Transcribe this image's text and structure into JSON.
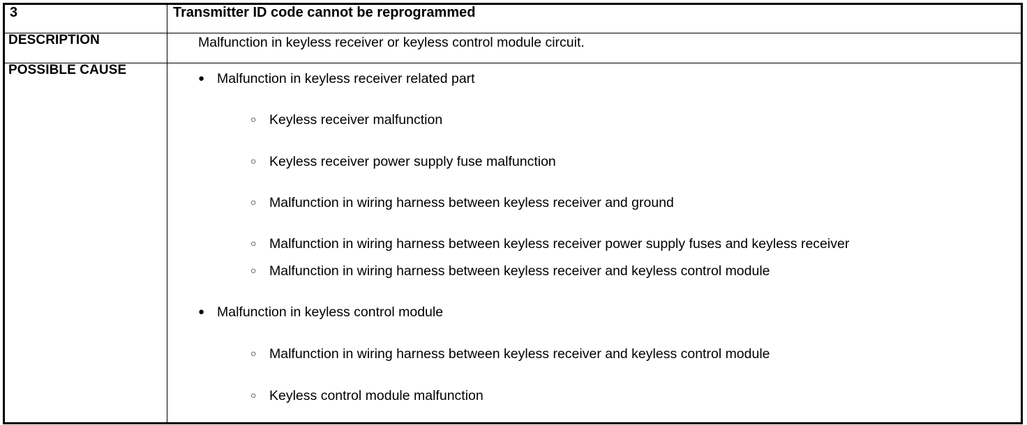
{
  "table": {
    "code": "3",
    "title": "Transmitter ID code cannot be reprogrammed",
    "rows": {
      "description": {
        "label": "DESCRIPTION",
        "items": [
          "Malfunction in keyless receiver or keyless control module circuit."
        ]
      },
      "possible_cause": {
        "label": "POSSIBLE CAUSE",
        "groups": [
          {
            "heading": "Malfunction in keyless receiver related part",
            "sub_items": [
              "Keyless receiver malfunction",
              "Keyless receiver power supply fuse malfunction",
              "Malfunction in wiring harness between keyless receiver and ground",
              "Malfunction in wiring harness between keyless receiver power supply fuses and keyless receiver",
              "Malfunction in wiring harness between keyless receiver and keyless control module"
            ]
          },
          {
            "heading": "Malfunction in keyless control module",
            "sub_items": [
              "Malfunction in wiring harness between keyless receiver and keyless control module",
              "Keyless control module malfunction"
            ]
          }
        ]
      }
    }
  },
  "colors": {
    "border": "#000000",
    "text": "#000000",
    "background": "#ffffff"
  }
}
